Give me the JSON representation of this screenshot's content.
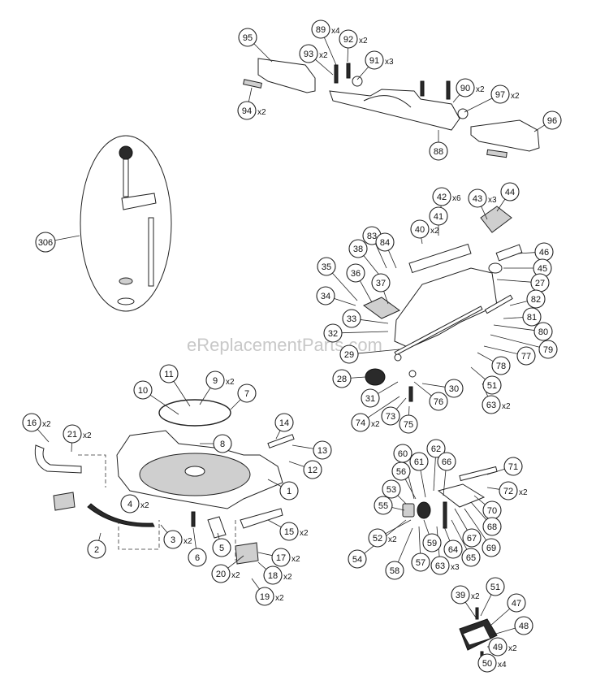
{
  "watermark": "eReplacementParts.com",
  "callouts": [
    {
      "label": "95",
      "qty": ""
    },
    {
      "label": "89",
      "qty": "x4"
    },
    {
      "label": "92",
      "qty": "x2"
    },
    {
      "label": "93",
      "qty": "x2"
    },
    {
      "label": "91",
      "qty": "x3"
    },
    {
      "label": "94",
      "qty": "x2"
    },
    {
      "label": "90",
      "qty": "x2"
    },
    {
      "label": "97",
      "qty": "x2"
    },
    {
      "label": "96",
      "qty": ""
    },
    {
      "label": "88",
      "qty": ""
    },
    {
      "label": "306",
      "qty": ""
    },
    {
      "label": "44",
      "qty": ""
    },
    {
      "label": "42",
      "qty": "x6"
    },
    {
      "label": "43",
      "qty": "x3"
    },
    {
      "label": "41",
      "qty": ""
    },
    {
      "label": "40",
      "qty": "x2"
    },
    {
      "label": "83",
      "qty": ""
    },
    {
      "label": "84",
      "qty": ""
    },
    {
      "label": "38",
      "qty": ""
    },
    {
      "label": "46",
      "qty": ""
    },
    {
      "label": "45",
      "qty": ""
    },
    {
      "label": "35",
      "qty": ""
    },
    {
      "label": "36",
      "qty": ""
    },
    {
      "label": "37",
      "qty": ""
    },
    {
      "label": "27",
      "qty": ""
    },
    {
      "label": "34",
      "qty": ""
    },
    {
      "label": "82",
      "qty": ""
    },
    {
      "label": "81",
      "qty": ""
    },
    {
      "label": "33",
      "qty": ""
    },
    {
      "label": "80",
      "qty": ""
    },
    {
      "label": "32",
      "qty": ""
    },
    {
      "label": "79",
      "qty": ""
    },
    {
      "label": "29",
      "qty": ""
    },
    {
      "label": "77",
      "qty": ""
    },
    {
      "label": "78",
      "qty": ""
    },
    {
      "label": "28",
      "qty": ""
    },
    {
      "label": "30",
      "qty": ""
    },
    {
      "label": "51",
      "qty": ""
    },
    {
      "label": "31",
      "qty": ""
    },
    {
      "label": "76",
      "qty": ""
    },
    {
      "label": "63",
      "qty": "x2"
    },
    {
      "label": "74",
      "qty": "x2"
    },
    {
      "label": "73",
      "qty": ""
    },
    {
      "label": "75",
      "qty": ""
    },
    {
      "label": "11",
      "qty": ""
    },
    {
      "label": "9",
      "qty": "x2"
    },
    {
      "label": "10",
      "qty": ""
    },
    {
      "label": "7",
      "qty": ""
    },
    {
      "label": "8",
      "qty": ""
    },
    {
      "label": "16",
      "qty": "x2"
    },
    {
      "label": "21",
      "qty": "x2"
    },
    {
      "label": "14",
      "qty": ""
    },
    {
      "label": "13",
      "qty": ""
    },
    {
      "label": "12",
      "qty": ""
    },
    {
      "label": "1",
      "qty": ""
    },
    {
      "label": "4",
      "qty": "x2"
    },
    {
      "label": "3",
      "qty": "x2"
    },
    {
      "label": "2",
      "qty": ""
    },
    {
      "label": "6",
      "qty": ""
    },
    {
      "label": "5",
      "qty": ""
    },
    {
      "label": "15",
      "qty": "x2"
    },
    {
      "label": "17",
      "qty": "x2"
    },
    {
      "label": "20",
      "qty": "x2"
    },
    {
      "label": "18",
      "qty": "x2"
    },
    {
      "label": "19",
      "qty": "x2"
    },
    {
      "label": "60",
      "qty": ""
    },
    {
      "label": "62",
      "qty": ""
    },
    {
      "label": "61",
      "qty": ""
    },
    {
      "label": "66",
      "qty": ""
    },
    {
      "label": "71",
      "qty": ""
    },
    {
      "label": "56",
      "qty": ""
    },
    {
      "label": "53",
      "qty": ""
    },
    {
      "label": "72",
      "qty": "x2"
    },
    {
      "label": "55",
      "qty": ""
    },
    {
      "label": "70",
      "qty": ""
    },
    {
      "label": "68",
      "qty": ""
    },
    {
      "label": "52",
      "qty": "x2"
    },
    {
      "label": "67",
      "qty": ""
    },
    {
      "label": "59",
      "qty": ""
    },
    {
      "label": "64",
      "qty": ""
    },
    {
      "label": "65",
      "qty": ""
    },
    {
      "label": "69",
      "qty": ""
    },
    {
      "label": "54",
      "qty": ""
    },
    {
      "label": "57",
      "qty": ""
    },
    {
      "label": "63",
      "qty": "x3"
    },
    {
      "label": "58",
      "qty": ""
    },
    {
      "label": "39",
      "qty": "x2"
    },
    {
      "label": "51",
      "qty": ""
    },
    {
      "label": "47",
      "qty": ""
    },
    {
      "label": "48",
      "qty": ""
    },
    {
      "label": "49",
      "qty": "x2"
    },
    {
      "label": "50",
      "qty": "x4"
    }
  ]
}
